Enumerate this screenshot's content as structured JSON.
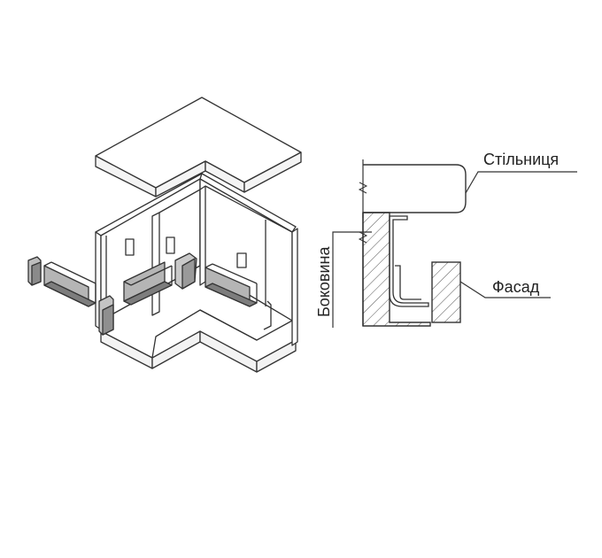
{
  "labels": {
    "countertop": "Стільниця",
    "side_panel": "Боковина",
    "facade": "Фасад"
  },
  "colors": {
    "line": "#333333",
    "profile_fill": "#a9a9a9",
    "profile_dark": "#7d7d7d",
    "background": "#ffffff"
  }
}
